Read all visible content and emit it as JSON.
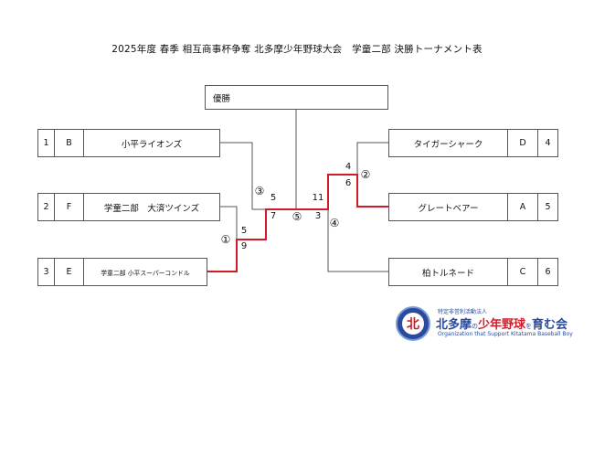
{
  "title": "2025年度 春季 相互商事杯争奪 北多摩少年野球大会　学童二部 決勝トーナメント表",
  "winner_label": "優勝",
  "teams": [
    {
      "no": "1",
      "group": "B",
      "name": "小平ライオンズ",
      "small": false
    },
    {
      "no": "2",
      "group": "F",
      "name": "学童二部　大済ツインズ",
      "small": false
    },
    {
      "no": "3",
      "group": "E",
      "name": "学童二部 小平スーパーコンドル",
      "small": true
    },
    {
      "no": "4",
      "group": "D",
      "name": "タイガーシャーク",
      "small": false
    },
    {
      "no": "5",
      "group": "A",
      "name": "グレートベアー",
      "small": false
    },
    {
      "no": "6",
      "group": "C",
      "name": "柏トルネード",
      "small": false
    }
  ],
  "games": {
    "g1": {
      "label": "①",
      "top_score": "5",
      "bottom_score": "9"
    },
    "g2": {
      "label": "②",
      "top_score": "4",
      "bottom_score": "6"
    },
    "g3": {
      "label": "③",
      "top_score": "5",
      "bottom_score": "7"
    },
    "g4": {
      "label": "④",
      "top_score": "11",
      "bottom_score": "3"
    },
    "g5": {
      "label": "⑤"
    }
  },
  "colors": {
    "line": "#555555",
    "winner_line": "#d01c2a",
    "logo_blue": "#2b4a9c"
  },
  "logo": {
    "subtitle": "特定非営利活動法人",
    "name_part1": "北多摩",
    "name_small": "の",
    "name_part2": "少年野球",
    "name_small2": "を",
    "name_part3": "育む会",
    "english": "Organization that Support Kitatama Baseball Boy",
    "badge_mark": "北"
  }
}
